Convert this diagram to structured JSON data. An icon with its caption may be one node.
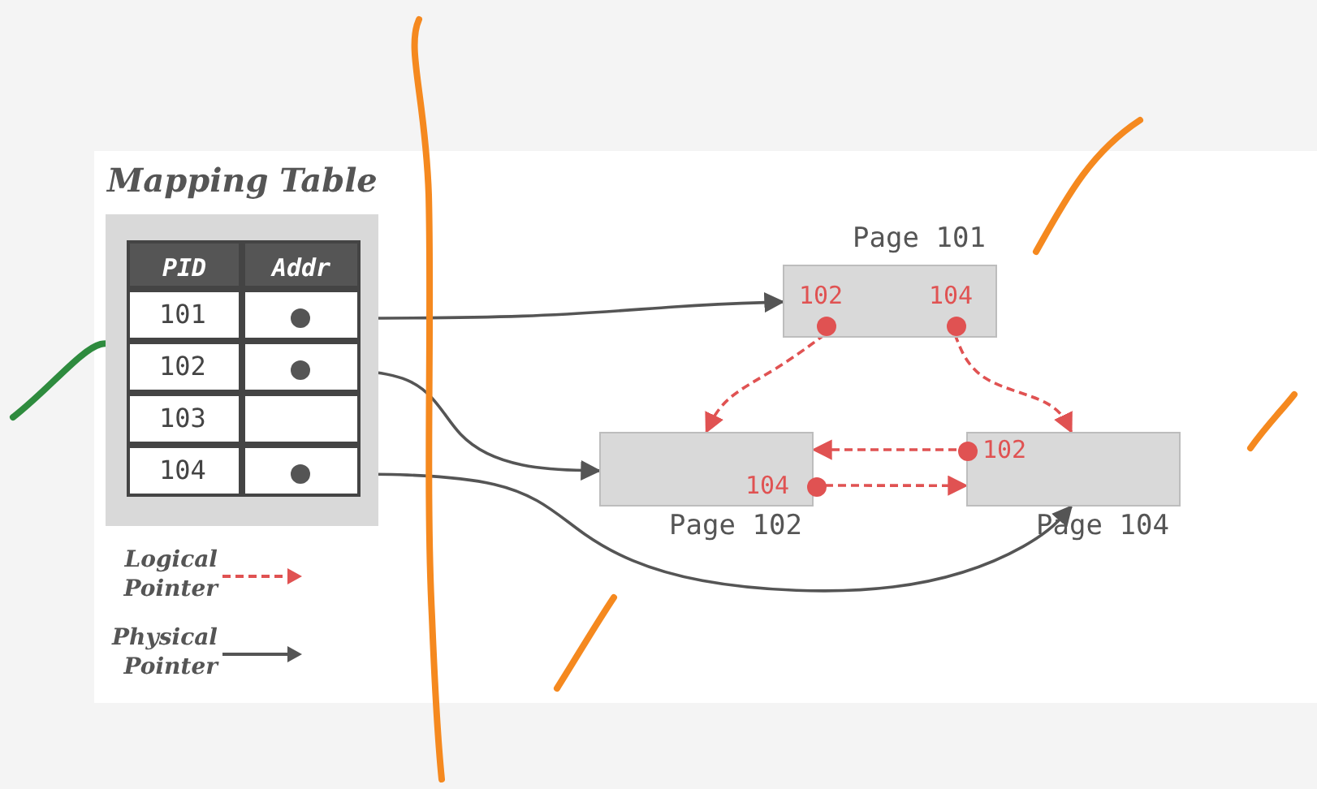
{
  "diagram": {
    "nodes": [
      {
        "text": [
          "Mapping Table"
        ]
      },
      {
        "text": [],
        "shape": "circle",
        "in": 0
      },
      {
        "text": [],
        "shape": "circle",
        "in": 0
      },
      {
        "text": [],
        "shape": "circle",
        "in": 0
      },
      {
        "text": [
          "Page 101"
        ]
      },
      {
        "text": [
          "102"
        ],
        "in": 4
      },
      {
        "text": [
          "104"
        ],
        "in": 4
      },
      {
        "text": [
          "Page 102"
        ]
      },
      {
        "text": [
          "104"
        ],
        "in": 7
      },
      {
        "text": [
          "Page 104"
        ]
      },
      {
        "text": [
          "102"
        ],
        "in": 9
      }
    ],
    "edges": [
      {
        "from": 1,
        "to": 4,
        "arrow": "to",
        "color": "#555555"
      },
      {
        "from": 2,
        "to": 7,
        "arrow": "to",
        "color": "#555555"
      },
      {
        "from": 3,
        "to": 9,
        "arrow": "to",
        "color": "#555555"
      },
      {
        "from": 5,
        "to": 7,
        "arrow": "to",
        "style": "dashed"
      },
      {
        "from": 6,
        "to": 9,
        "arrow": "to",
        "style": "dashed"
      },
      {
        "from": 10,
        "to": 7,
        "arrow": "to",
        "style": "dashed"
      },
      {
        "from": 8,
        "to": 9,
        "arrow": "to",
        "style": "dashed"
      }
    ],
    "labels": [
      "PID",
      "Addr",
      "101",
      "102",
      "103",
      "104"
    ],
    "legend": [
      {
        "text": "Logical Pointer"
      },
      {
        "text": "Physical Pointer"
      }
    ]
  }
}
